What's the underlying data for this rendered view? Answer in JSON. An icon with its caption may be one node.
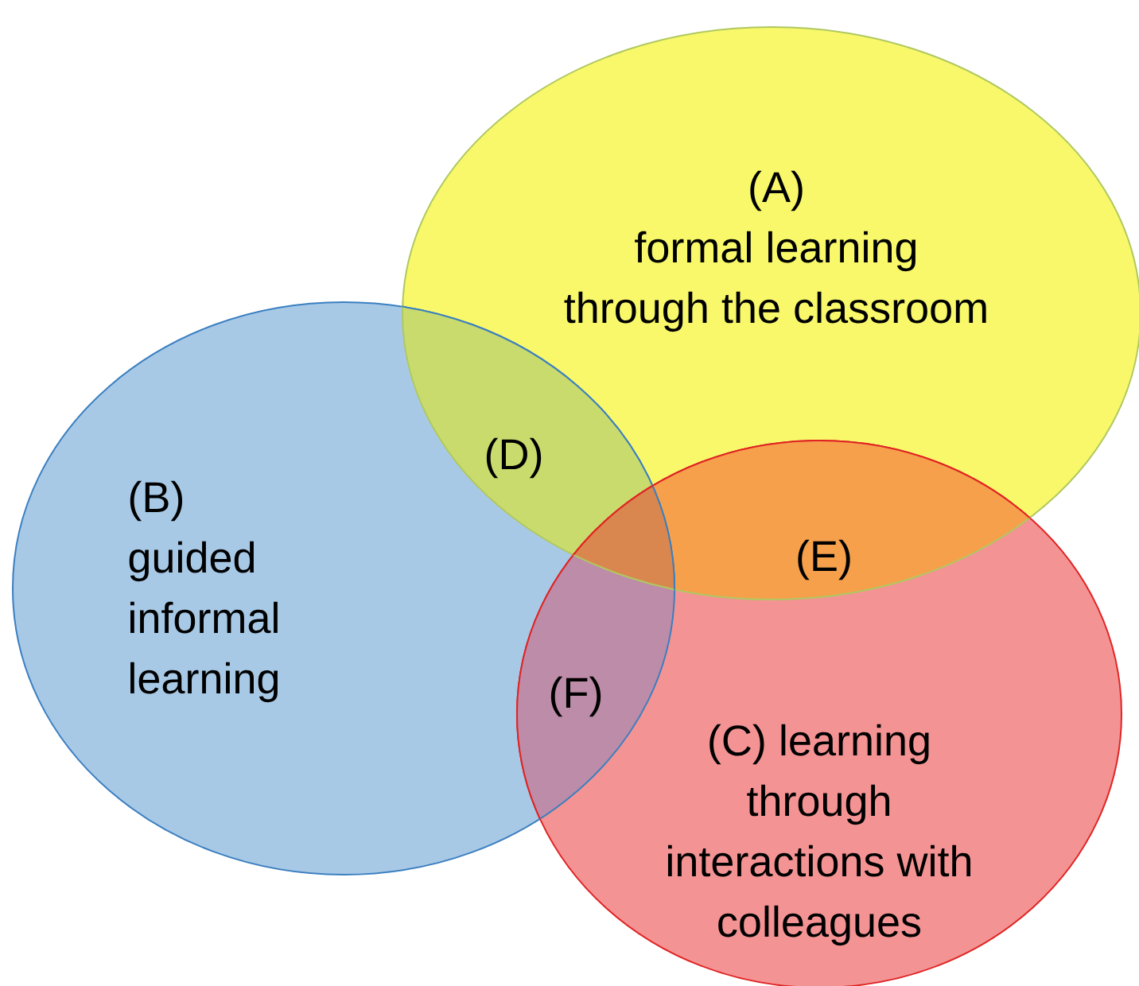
{
  "diagram": {
    "nodes": [
      {
        "text": [
          "(A) formal learning through the classroom"
        ]
      },
      {
        "text": [
          "(B) guided informal learning"
        ]
      },
      {
        "text": [
          "(C) learning through interactions with colleagues"
        ]
      }
    ],
    "labels": [
      "(D)",
      "(E)",
      "(F)"
    ]
  }
}
